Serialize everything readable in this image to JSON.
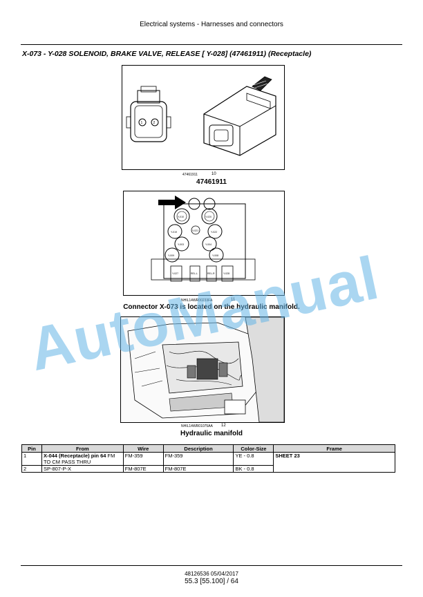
{
  "header": {
    "title": "Electrical systems - Harnesses and connectors"
  },
  "section": {
    "title": "X-073 - Y-028 SOLENOID, BRAKE VALVE, RELEASE [ Y-028] (47461911) (Receptacle)"
  },
  "figures": [
    {
      "code": "47461911",
      "num": "10",
      "caption": "47461911"
    },
    {
      "code": "NHIL14WR00233FA",
      "num": "11",
      "caption": "Connector X-073 is located on the hydraulic manifold."
    },
    {
      "code": "NHIL14WR01075AA",
      "num": "12",
      "caption": "Hydraulic manifold"
    }
  ],
  "manifold_labels": [
    "Y-010",
    "Y-020",
    "Y-019",
    "Y-022",
    "Y-021",
    "Y-003",
    "Y-004",
    "Y-009",
    "Y-008",
    "Y-027",
    "REL-L",
    "REL-R",
    "Y-028"
  ],
  "table": {
    "headers": [
      "Pin",
      "From",
      "Wire",
      "Description",
      "Color-Size",
      "Frame"
    ],
    "rows": [
      {
        "pin": "1",
        "from_bold": "X-044 (Receptacle) pin 64",
        "from_rest": " FM TO CM PASS THRU",
        "wire": "FM-359",
        "description": "FM-359",
        "color_size": "YE - 0.8",
        "frame": "SHEET 23"
      },
      {
        "pin": "2",
        "from_bold": "",
        "from_rest": "SP-807-P-X",
        "wire": "FM-807E",
        "description": "FM-807E",
        "color_size": "BK - 0.8",
        "frame": ""
      }
    ]
  },
  "footer": {
    "doc": "48126536 05/04/2017",
    "page": "55.3 [55.100] / 64"
  },
  "watermark": "AutoManual"
}
